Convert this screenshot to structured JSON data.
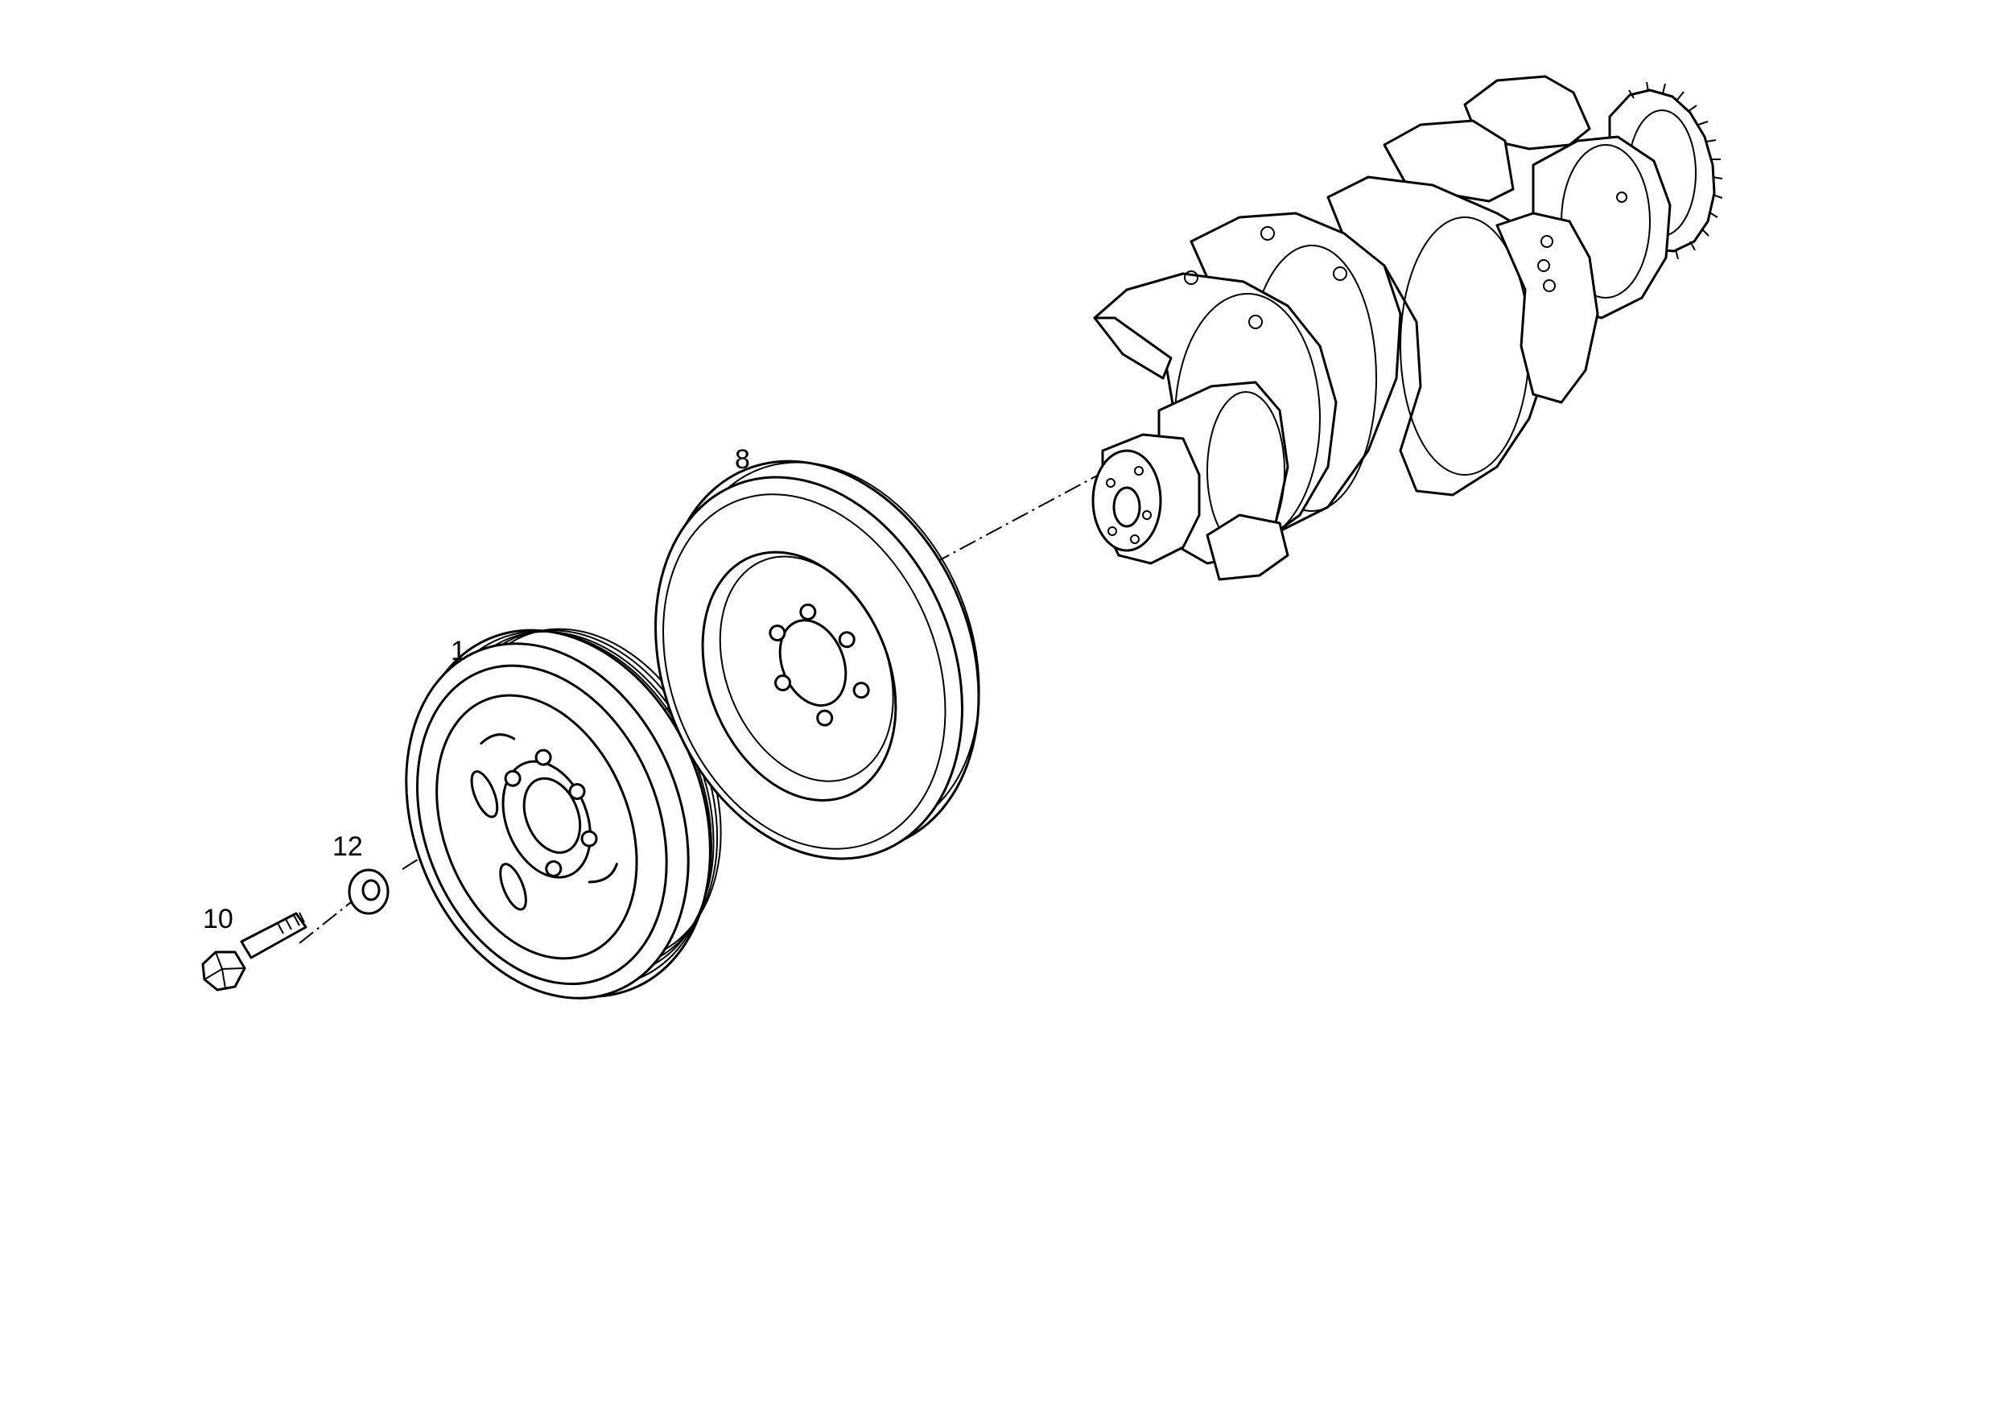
{
  "callouts": {
    "pulley": "1",
    "damper": "8",
    "bolt": "10",
    "washer": "12"
  }
}
